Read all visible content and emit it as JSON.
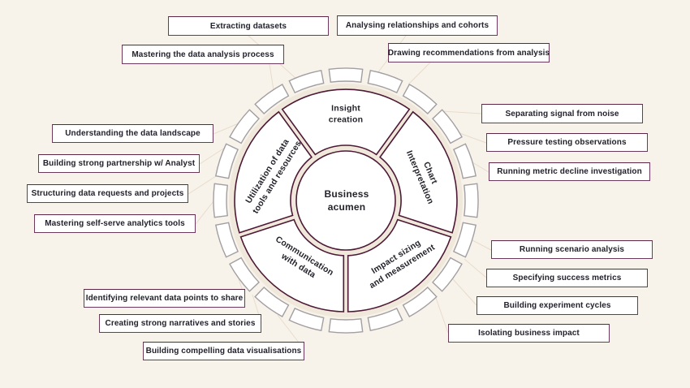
{
  "diagram": {
    "center": {
      "label": "Business\nacumen"
    },
    "segments": [
      {
        "label": "Insight\ncreation"
      },
      {
        "label": "Chart\nInterpretation"
      },
      {
        "label": "Impact sizing\nand measurement"
      },
      {
        "label": "Communication\nwith data"
      },
      {
        "label": "Utilization of data\ntools and resources"
      }
    ],
    "skills": [
      {
        "text": "Extracting datasets"
      },
      {
        "text": "Analysing relationships and cohorts"
      },
      {
        "text": "Mastering the data analysis process"
      },
      {
        "text": "Drawing recommendations from analysis"
      },
      {
        "text": "Understanding the data landscape"
      },
      {
        "text": "Building strong partnership w/ Analyst"
      },
      {
        "text": "Structuring data requests and projects"
      },
      {
        "text": "Mastering self-serve analytics tools"
      },
      {
        "text": "Separating signal from noise"
      },
      {
        "text": "Pressure testing observations"
      },
      {
        "text": "Running metric decline investigation"
      },
      {
        "text": "Running scenario analysis"
      },
      {
        "text": "Specifying success metrics"
      },
      {
        "text": "Building experiment cycles"
      },
      {
        "text": "Isolating business impact"
      },
      {
        "text": "Identifying relevant data points to share"
      },
      {
        "text": "Creating strong narratives and stories"
      },
      {
        "text": "Building compelling data visualisations"
      }
    ]
  },
  "colors": {
    "background": "#f8f3ea",
    "box_border": "#6d395b",
    "wedge_border": "#4e1936",
    "rim_border": "#a29ea1",
    "text": "#23222c",
    "inner_shadow_ring": "#f0e8db",
    "connector_line": "#e7dccd"
  }
}
